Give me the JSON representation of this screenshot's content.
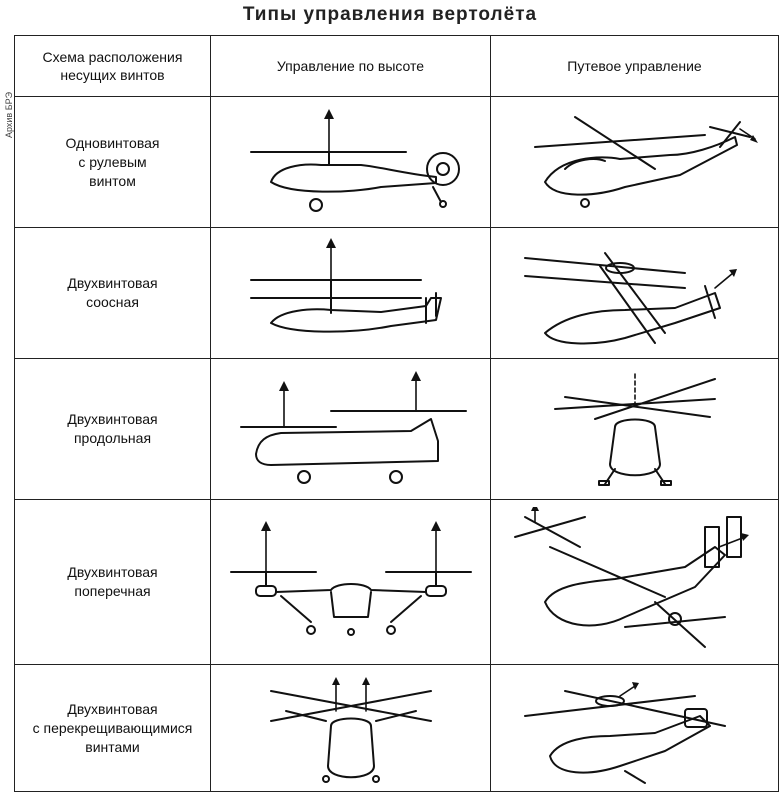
{
  "title": "Типы управления вертолёта",
  "side_note": "Архив БРЭ",
  "headers": {
    "scheme": [
      "Схема расположения",
      "несущих винтов"
    ],
    "altitude": "Управление  по высоте",
    "heading": "Путевое управление"
  },
  "rows": [
    {
      "lines": [
        "Одновинтовая",
        "с рулевым",
        "винтом"
      ],
      "icon": "single-rotor-helicopter"
    },
    {
      "lines": [
        "Двухвинтовая",
        "соосная"
      ],
      "icon": "coaxial-helicopter"
    },
    {
      "lines": [
        "Двухвинтовая",
        "продольная"
      ],
      "icon": "tandem-helicopter"
    },
    {
      "lines": [
        "Двухвинтовая",
        "поперечная"
      ],
      "icon": "side-by-side-helicopter"
    },
    {
      "lines": [
        "Двухвинтовая",
        "с перекрещивающимися",
        "винтами"
      ],
      "icon": "intermeshing-helicopter"
    }
  ]
}
